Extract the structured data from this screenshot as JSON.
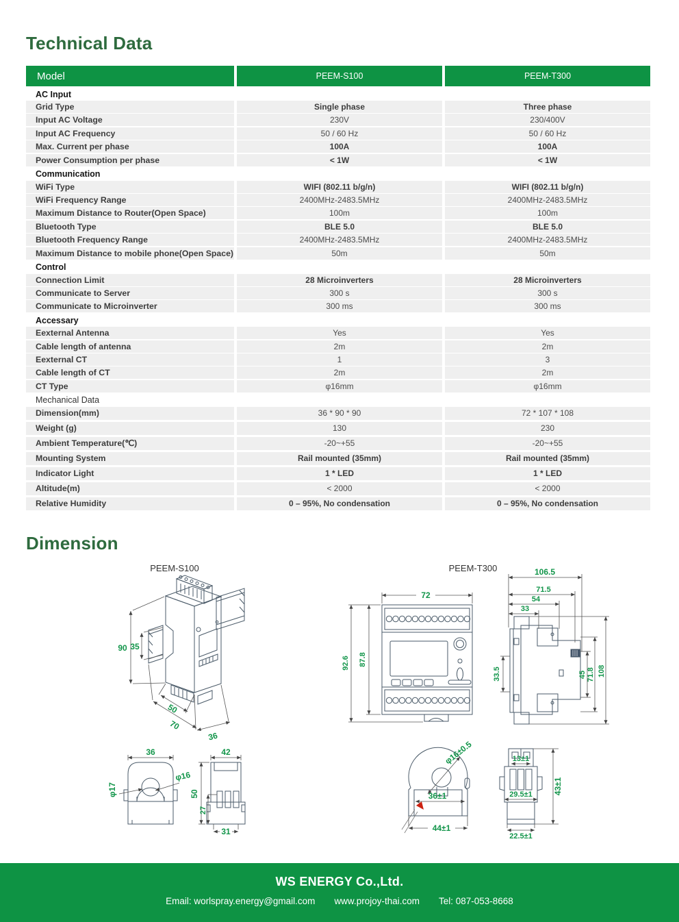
{
  "titles": {
    "technical": "Technical Data",
    "dimension": "Dimension"
  },
  "colors": {
    "brand_green": "#0E9344",
    "heading_green": "#2E6B3E",
    "dimension_green": "#12954A",
    "row_gray": "#EFEFEF"
  },
  "table": {
    "header": {
      "model": "Model",
      "s100": "PEEM-S100",
      "t300": "PEEM-T300"
    },
    "sections": [
      {
        "name": "AC Input",
        "bold": true,
        "rows": [
          {
            "label": "Grid Type",
            "s100": "Single phase",
            "t300": "Three phase",
            "bold": true
          },
          {
            "label": "Input AC Voltage",
            "s100": "230V",
            "t300": "230/400V",
            "bold": false
          },
          {
            "label": "Input AC Frequency",
            "s100": "50 / 60 Hz",
            "t300": "50 / 60 Hz",
            "bold": false
          },
          {
            "label": "Max. Current per phase",
            "s100": "100A",
            "t300": "100A",
            "bold": true
          },
          {
            "label": "Power Consumption per phase",
            "s100": "< 1W",
            "t300": "< 1W",
            "bold": true
          }
        ]
      },
      {
        "name": "Communication",
        "bold": true,
        "rows": [
          {
            "label": "WiFi Type",
            "s100": "WIFI (802.11 b/g/n)",
            "t300": "WIFI (802.11 b/g/n)",
            "bold": true
          },
          {
            "label": "WiFi Frequency Range",
            "s100": "2400MHz-2483.5MHz",
            "t300": "2400MHz-2483.5MHz",
            "bold": false
          },
          {
            "label": "Maximum Distance to Router(Open Space)",
            "s100": "100m",
            "t300": "100m",
            "bold": false
          },
          {
            "label": "Bluetooth Type",
            "s100": "BLE 5.0",
            "t300": "BLE 5.0",
            "bold": true
          },
          {
            "label": "Bluetooth  Frequency Range",
            "s100": "2400MHz-2483.5MHz",
            "t300": "2400MHz-2483.5MHz",
            "bold": false
          },
          {
            "label": "Maximum Distance to mobile phone(Open Space)",
            "s100": "50m",
            "t300": "50m",
            "bold": false
          }
        ]
      },
      {
        "name": "Control",
        "bold": true,
        "rows": [
          {
            "label": "Connection Limit",
            "s100": "28 Microinverters",
            "t300": "28 Microinverters",
            "bold": true
          },
          {
            "label": "Communicate to Server",
            "s100": "300 s",
            "t300": "300 s",
            "bold": false
          },
          {
            "label": "Communicate to Microinverter",
            "s100": "300 ms",
            "t300": "300 ms",
            "bold": false
          }
        ]
      },
      {
        "name": "Accessary",
        "bold": true,
        "rows": [
          {
            "label": "Eexternal Antenna",
            "s100": "Yes",
            "t300": "Yes",
            "bold": false
          },
          {
            "label": "Cable length of antenna",
            "s100": "2m",
            "t300": "2m",
            "bold": false
          },
          {
            "label": "Eexternal CT",
            "s100": "1",
            "t300": "3",
            "bold": false
          },
          {
            "label": "Cable length of CT",
            "s100": "2m",
            "t300": "2m",
            "bold": false
          },
          {
            "label": "CT Type",
            "s100": "φ16mm",
            "t300": "φ16mm",
            "bold": false
          }
        ]
      },
      {
        "name": "Mechanical Data",
        "bold": false,
        "tall_rows": true,
        "rows": [
          {
            "label": "Dimension(mm)",
            "s100": "36 * 90 * 90",
            "t300": "72 * 107 * 108",
            "bold": false
          },
          {
            "label": "Weight (g)",
            "s100": "130",
            "t300": "230",
            "bold": false
          },
          {
            "label": "Ambient Temperature(℃)",
            "s100": "-20~+55",
            "t300": "-20~+55",
            "bold": false
          },
          {
            "label": "Mounting System",
            "s100": "Rail mounted (35mm)",
            "t300": "Rail mounted (35mm)",
            "bold": true
          },
          {
            "label": "Indicator Light",
            "s100": "1 * LED",
            "t300": "1 * LED",
            "bold": true
          },
          {
            "label": "Altitude(m)",
            "s100": "< 2000",
            "t300": "< 2000",
            "bold": false
          },
          {
            "label": "Relative Humidity",
            "s100": "0 – 95%, No condensation",
            "t300": "0 – 95%, No condensation",
            "bold": true
          }
        ]
      }
    ]
  },
  "drawings": {
    "s100": {
      "title": "PEEM-S100",
      "height": "90",
      "window": "35",
      "depth1": "50",
      "depth2": "70",
      "width": "36"
    },
    "t300": {
      "title": "PEEM-T300",
      "front": {
        "width": "72",
        "height_body": "87.8",
        "height_total": "92.6"
      },
      "side": {
        "total": "106.5",
        "d1": "71.5",
        "d2": "54",
        "d3": "33",
        "rail": "33.5",
        "r1": "45",
        "r2": "71.8",
        "r3": "108"
      }
    },
    "ct_s100": {
      "front_width": "36",
      "hole1": "φ17",
      "hole2": "φ16",
      "side_width": "42",
      "side_height": "50",
      "side_lower": "27",
      "side_bottom": "31"
    },
    "ct_t300": {
      "hole": "φ16±0.5",
      "inner_width": "36±1",
      "outer_width": "44±1",
      "top": "13±1",
      "middle": "29.5±1",
      "bottom": "22.5±1",
      "height": "43±1"
    }
  },
  "footer": {
    "company": "WS ENERGY Co.,Ltd.",
    "email": "Email: worlspray.energy@gmail.com",
    "website": "www.projoy-thai.com",
    "tel": "Tel: 087-053-8668"
  }
}
